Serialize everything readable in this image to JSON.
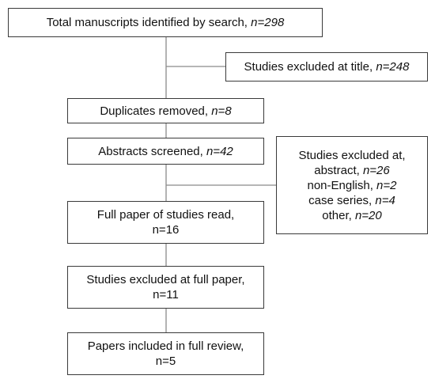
{
  "flowchart": {
    "total_identified": {
      "text": "Total manuscripts identified by search, ",
      "n": "n=298"
    },
    "excluded_title": {
      "text": "Studies excluded at title, ",
      "n": "n=248"
    },
    "duplicates": {
      "text": "Duplicates removed, ",
      "n": "n=8"
    },
    "abstracts": {
      "text": "Abstracts screened, ",
      "n": "n=42"
    },
    "excluded_abstract": {
      "heading": "Studies excluded at,",
      "lines": [
        {
          "text": "abstract, ",
          "n": "n=26"
        },
        {
          "text": "non-English, ",
          "n": "n=2"
        },
        {
          "text": "case series, ",
          "n": "n=4"
        },
        {
          "text": "other, ",
          "n": "n=20"
        }
      ]
    },
    "full_paper": {
      "text": "Full paper of studies read,",
      "n": "n=16"
    },
    "excluded_full": {
      "text": "Studies excluded at full paper,",
      "n": "n=11"
    },
    "included": {
      "text": "Papers included in full review,",
      "n": "n=5"
    }
  }
}
